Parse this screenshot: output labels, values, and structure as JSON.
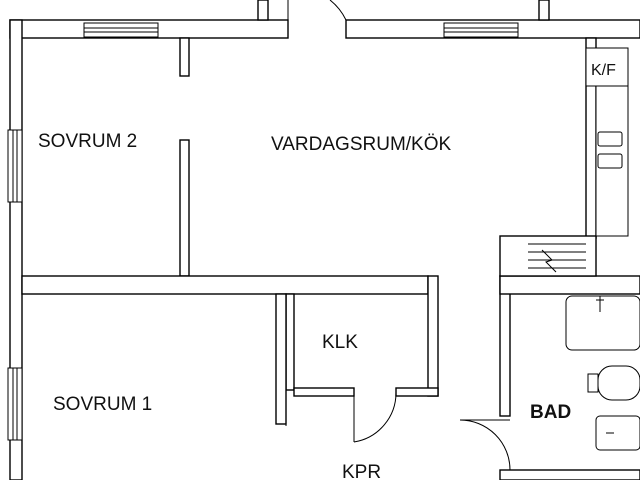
{
  "floorplan": {
    "rooms": {
      "sovrum2": "SOVRUM 2",
      "vardagsrum": "VARDAGSRUM/KÖK",
      "kf": "K/F",
      "klk": "KLK",
      "sovrum1": "SOVRUM 1",
      "bad": "BAD",
      "kpr": "KPR"
    }
  }
}
